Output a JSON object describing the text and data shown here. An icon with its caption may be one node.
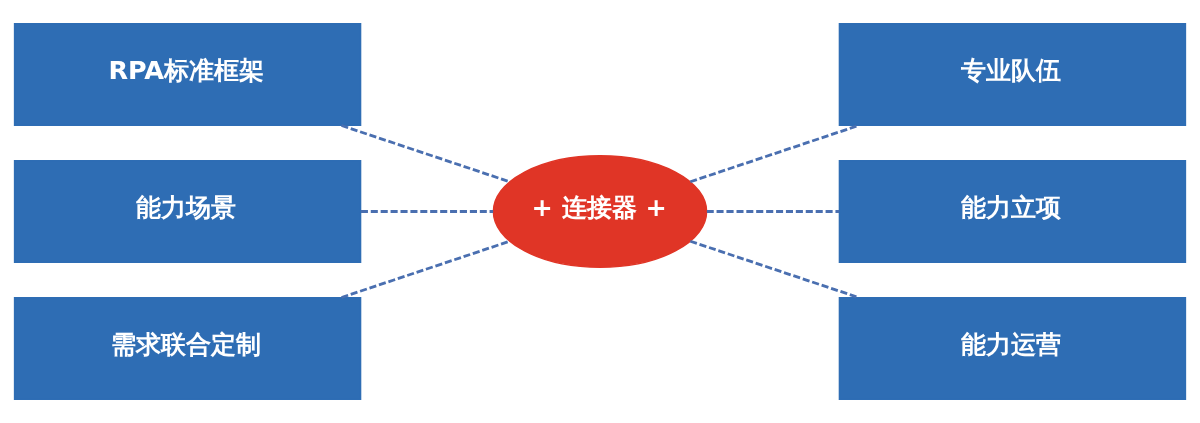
{
  "diagram": {
    "nodes": [
      {
        "text": [
          "RPA标准框架"
        ]
      },
      {
        "text": [
          "能力场景"
        ]
      },
      {
        "text": [
          "需求联合定制"
        ]
      },
      {
        "text": [
          "+ 连接器 +"
        ]
      },
      {
        "text": [
          "专业队伍"
        ]
      },
      {
        "text": [
          "能力立项"
        ]
      },
      {
        "text": [
          "能力运营"
        ]
      }
    ],
    "edges": [
      {
        "from": 0,
        "to": 3,
        "arrow": "none",
        "style": "dashed"
      },
      {
        "from": 1,
        "to": 3,
        "arrow": "none",
        "style": "dashed"
      },
      {
        "from": 2,
        "to": 3,
        "arrow": "none",
        "style": "dashed"
      },
      {
        "from": 3,
        "to": 4,
        "arrow": "none",
        "style": "dashed"
      },
      {
        "from": 3,
        "to": 5,
        "arrow": "none",
        "style": "dashed"
      },
      {
        "from": 3,
        "to": 6,
        "arrow": "none",
        "style": "dashed"
      }
    ]
  }
}
